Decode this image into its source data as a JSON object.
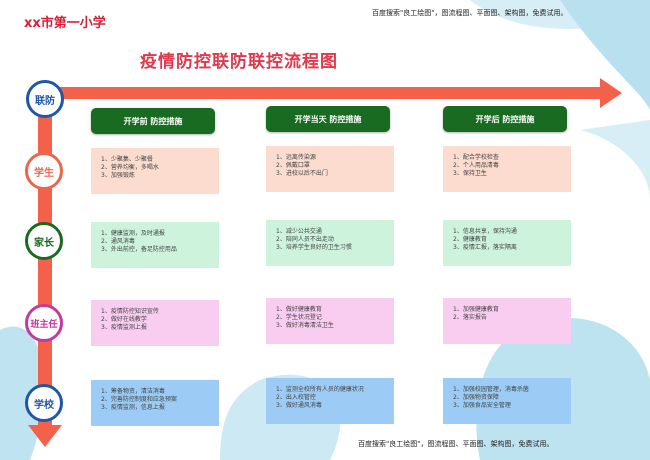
{
  "school": "xx市第一小学",
  "title": "疫情防控联防联控流程图",
  "watermark_top": "百度搜索\"良工绘图\"，图流程图、平面图、架构图，免费试用。",
  "watermark_bottom": "百度搜索\"良工绘图\"，图流程图、平面图、架构图，免费试用。",
  "corner_label": "联防",
  "phases": [
    "开学前  防控措施",
    "开学当天  防控措施",
    "开学后  防控措施"
  ],
  "roles": [
    {
      "label": "学生",
      "color": "#e8674d",
      "cards": [
        [
          "1、少聚集、少聚餐",
          "2、营养均衡，多喝水",
          "3、加强锻炼"
        ],
        [
          "1、远离传染源",
          "2、佩戴口罩",
          "3、进校以后不出门"
        ],
        [
          "1、配合学校检查",
          "2、个人用品清毒",
          "3、保持卫生"
        ]
      ]
    },
    {
      "label": "家长",
      "color": "#1a6b22",
      "cards": [
        [
          "1、健康监测，及时通报",
          "2、通风消毒",
          "3、外出前控，备足防控用品"
        ],
        [
          "1、减少公共交通",
          "2、陪同人员不出走动",
          "3、培养学生良好的卫生习惯"
        ],
        [
          "1、信息共享，保持沟通",
          "2、健康教育",
          "3、疫情汇报，落实隔离"
        ]
      ]
    },
    {
      "label": "班主任",
      "color": "#c23aa0",
      "cards": [
        [
          "1、疫情防控知识宣传",
          "2、做好在线教学",
          "3、疫情监测上报"
        ],
        [
          "1、做好健康教育",
          "2、学生状况登记",
          "3、做好消毒清洁卫生"
        ],
        [
          "1、加强健康教育",
          "2、落实报告"
        ]
      ]
    },
    {
      "label": "学校",
      "color": "#1e56a8",
      "cards": [
        [
          "1、筹备物资，清洁消毒",
          "2、完善防控制度和应急预案",
          "3、疫情监测，信息上报"
        ],
        [
          "1、监测全校所有人员的健康状况",
          "2、出入校管控",
          "3、做好通风消毒"
        ],
        [
          "1、加强校园管理，消毒杀菌",
          "2、加强物资保障",
          "3、加强食品安全管理"
        ]
      ]
    }
  ],
  "colors": {
    "arrow": "#f4614a",
    "phase_bg": "#1a6b22",
    "row_bg": [
      "#fbdccf",
      "#cdf3dc",
      "#f8cdf0",
      "#9cccf5"
    ]
  }
}
